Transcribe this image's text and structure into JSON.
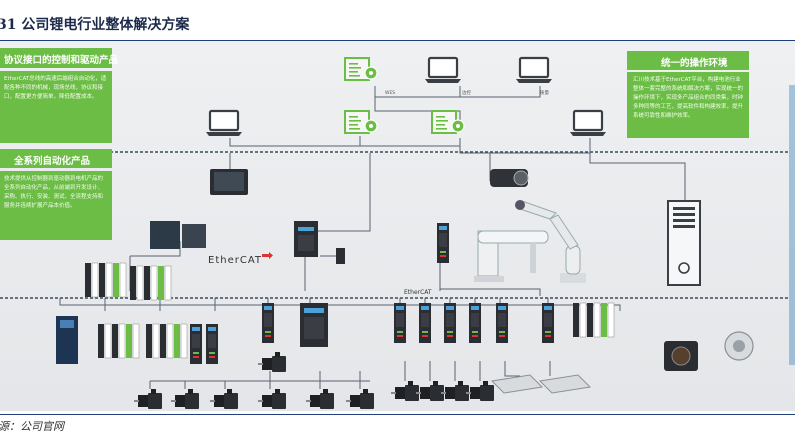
{
  "figure": {
    "title": "31  公司锂电行业整体解决方案",
    "source": "源：公司官网"
  },
  "panels": {
    "left_top_title": "协议接口的控制和驱动产品",
    "left_top_text": "EtherCAT总线的高速后端组合自动化，适配各种不同的机械，现场总线，协议和接口，配置更方便简单，降低配置成本。",
    "left_mid_title": "全系列自动化产品",
    "left_mid_text": "技术提供从控制器到驱动器到电机产品的全系列自动化产品，从前端到开发设计、采购、执行、安装、测试，全流程支持和服务并连续扩展产品本价值。",
    "right_top_title": "统一的操作环境",
    "right_top_text": "汇川技术基于EtherCAT平台，构建电池行业整体一套完整的系统和解决方案，实现统一的操作环境下，实现多产品组合的同类集，时钟多种同等的工艺，提高软件和构建效率，提升系统可靠性和维护效率。"
  },
  "diagram": {
    "net_labels": [
      "WES",
      "边控",
      "质量"
    ],
    "ethercat_1": "EtherCAT",
    "ethercat_2": "EtherCAT"
  },
  "colors": {
    "accent_green": "#6cbd45",
    "accent_blue": "#1e6fb5",
    "rule_navy": "#1f3f7a"
  }
}
